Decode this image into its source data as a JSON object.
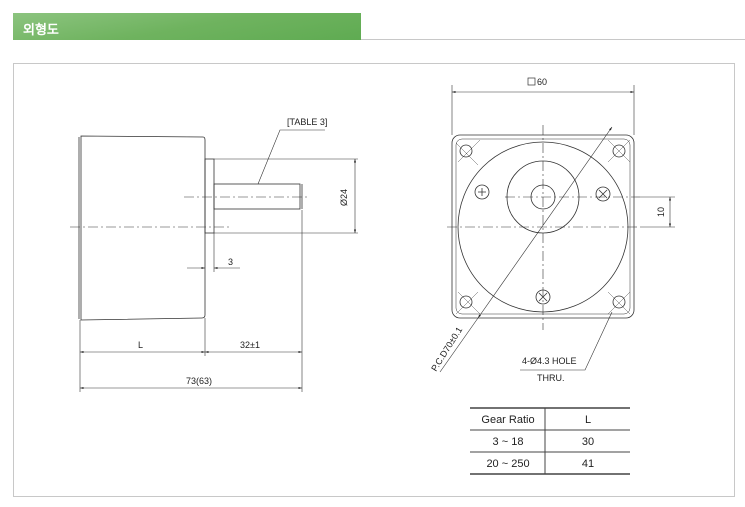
{
  "header": {
    "title": "외형도"
  },
  "side_view": {
    "table_ref": "[TABLE 3]",
    "shaft_dia": "Ø24",
    "flange_thk": "3",
    "dim_L": "L",
    "dim_shaft": "32±1",
    "dim_total": "73(63)"
  },
  "front_view": {
    "square": "60",
    "offset": "10",
    "pcd": "P.C.D70±0.1",
    "hole": "4-Ø4.3 HOLE",
    "thru": "THRU."
  },
  "table": {
    "headers": [
      "Gear Ratio",
      "L"
    ],
    "rows": [
      [
        "3 ~ 18",
        "30"
      ],
      [
        "20 ~ 250",
        "41"
      ]
    ]
  }
}
